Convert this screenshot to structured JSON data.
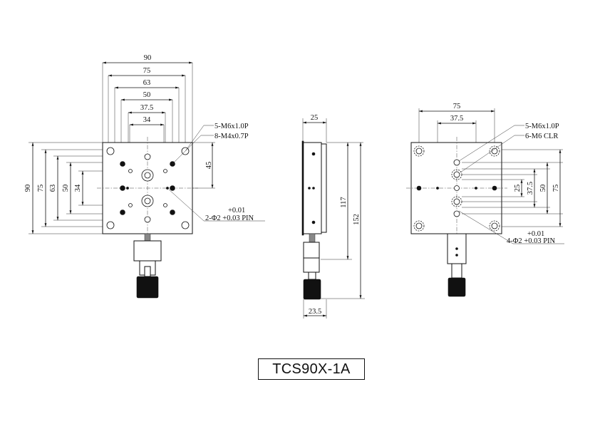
{
  "model": "TCS90X-1A",
  "top_view": {
    "width_dims": [
      "90",
      "75",
      "63",
      "50",
      "37.5",
      "34"
    ],
    "height_dims": [
      "90",
      "75",
      "63",
      "50",
      "34"
    ],
    "dim_45": "45",
    "callout_m6": "5-M6x1.0P",
    "callout_m4": "8-M4x0.7P",
    "pin_tol": "+0.01",
    "pin_label": "2-Φ2 +0.03 PIN"
  },
  "side_view": {
    "dim_25": "25",
    "dim_117": "117",
    "dim_152": "152",
    "dim_23_5": "23.5"
  },
  "bottom_view": {
    "width_dims": [
      "75",
      "37.5"
    ],
    "height_dims": [
      "25",
      "37.5",
      "50",
      "75"
    ],
    "callout_m6": "5-M6x1.0P",
    "callout_clr": "6-M6 CLR",
    "pin_tol": "+0.01",
    "pin_label": "4-Φ2 +0.03 PIN"
  }
}
